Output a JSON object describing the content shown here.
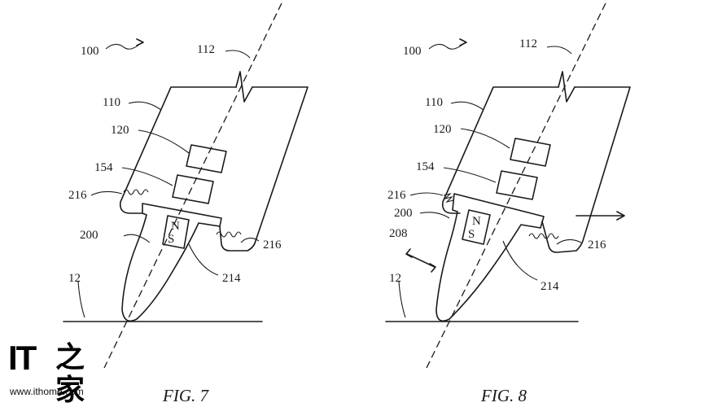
{
  "figures": [
    {
      "caption": "FIG. 7",
      "labels": {
        "device": "100",
        "axis": "112",
        "housing": "110",
        "component_a": "120",
        "component_b": "154",
        "spring_left": "216",
        "tip": "200",
        "spring_right": "216",
        "magnet_mount": "214",
        "surface": "12"
      },
      "magnet": {
        "north": "N",
        "south": "S"
      }
    },
    {
      "caption": "FIG. 8",
      "labels": {
        "device": "100",
        "axis": "112",
        "housing": "110",
        "component_a": "120",
        "component_b": "154",
        "spring_left": "216",
        "tip": "200",
        "motion": "208",
        "spring_right": "216",
        "magnet_mount": "214",
        "surface": "12"
      },
      "magnet": {
        "north": "N",
        "south": "S"
      }
    }
  ],
  "watermark": {
    "brand_latin": "IT",
    "brand_cn": "之家",
    "url": "www.ithome.com"
  }
}
